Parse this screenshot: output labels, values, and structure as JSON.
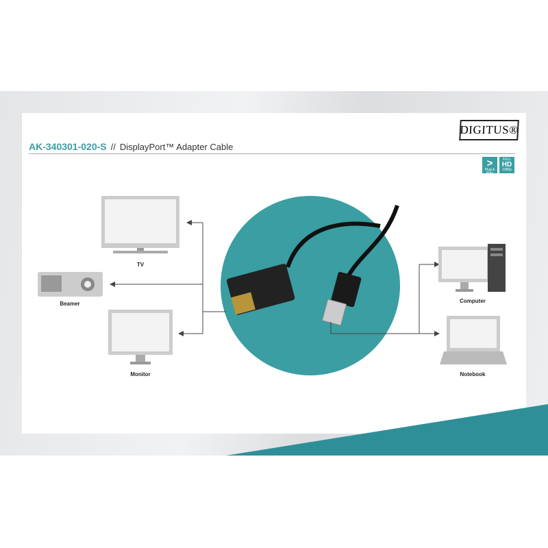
{
  "header": {
    "product_code": "AK-340301-020-S",
    "separator": "//",
    "product_name": "DisplayPort™ Adapter Cable",
    "brand": "DIGITUS®"
  },
  "badges": [
    {
      "icon": "plug-and-play-icon",
      "label": "Plug & Play"
    },
    {
      "top": "FULL",
      "main": "HD",
      "bottom": "1080p"
    }
  ],
  "devices": {
    "tv": "TV",
    "beamer": "Beamer",
    "monitor": "Monitor",
    "computer": "Computer",
    "notebook": "Notebook"
  },
  "colors": {
    "accent": "#3a9ea3"
  }
}
